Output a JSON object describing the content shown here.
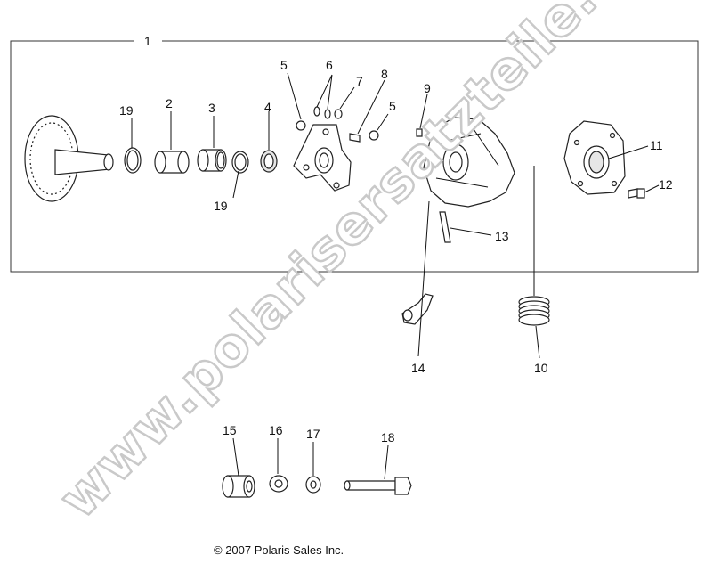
{
  "diagram": {
    "callouts": [
      "1",
      "2",
      "3",
      "4",
      "5",
      "6",
      "7",
      "8",
      "5",
      "9",
      "19",
      "19",
      "11",
      "12",
      "13",
      "14",
      "10",
      "15",
      "16",
      "17",
      "18"
    ],
    "watermark": "www.polarisersatzteile.de",
    "copyright": "© 2007 Polaris Sales Inc."
  }
}
